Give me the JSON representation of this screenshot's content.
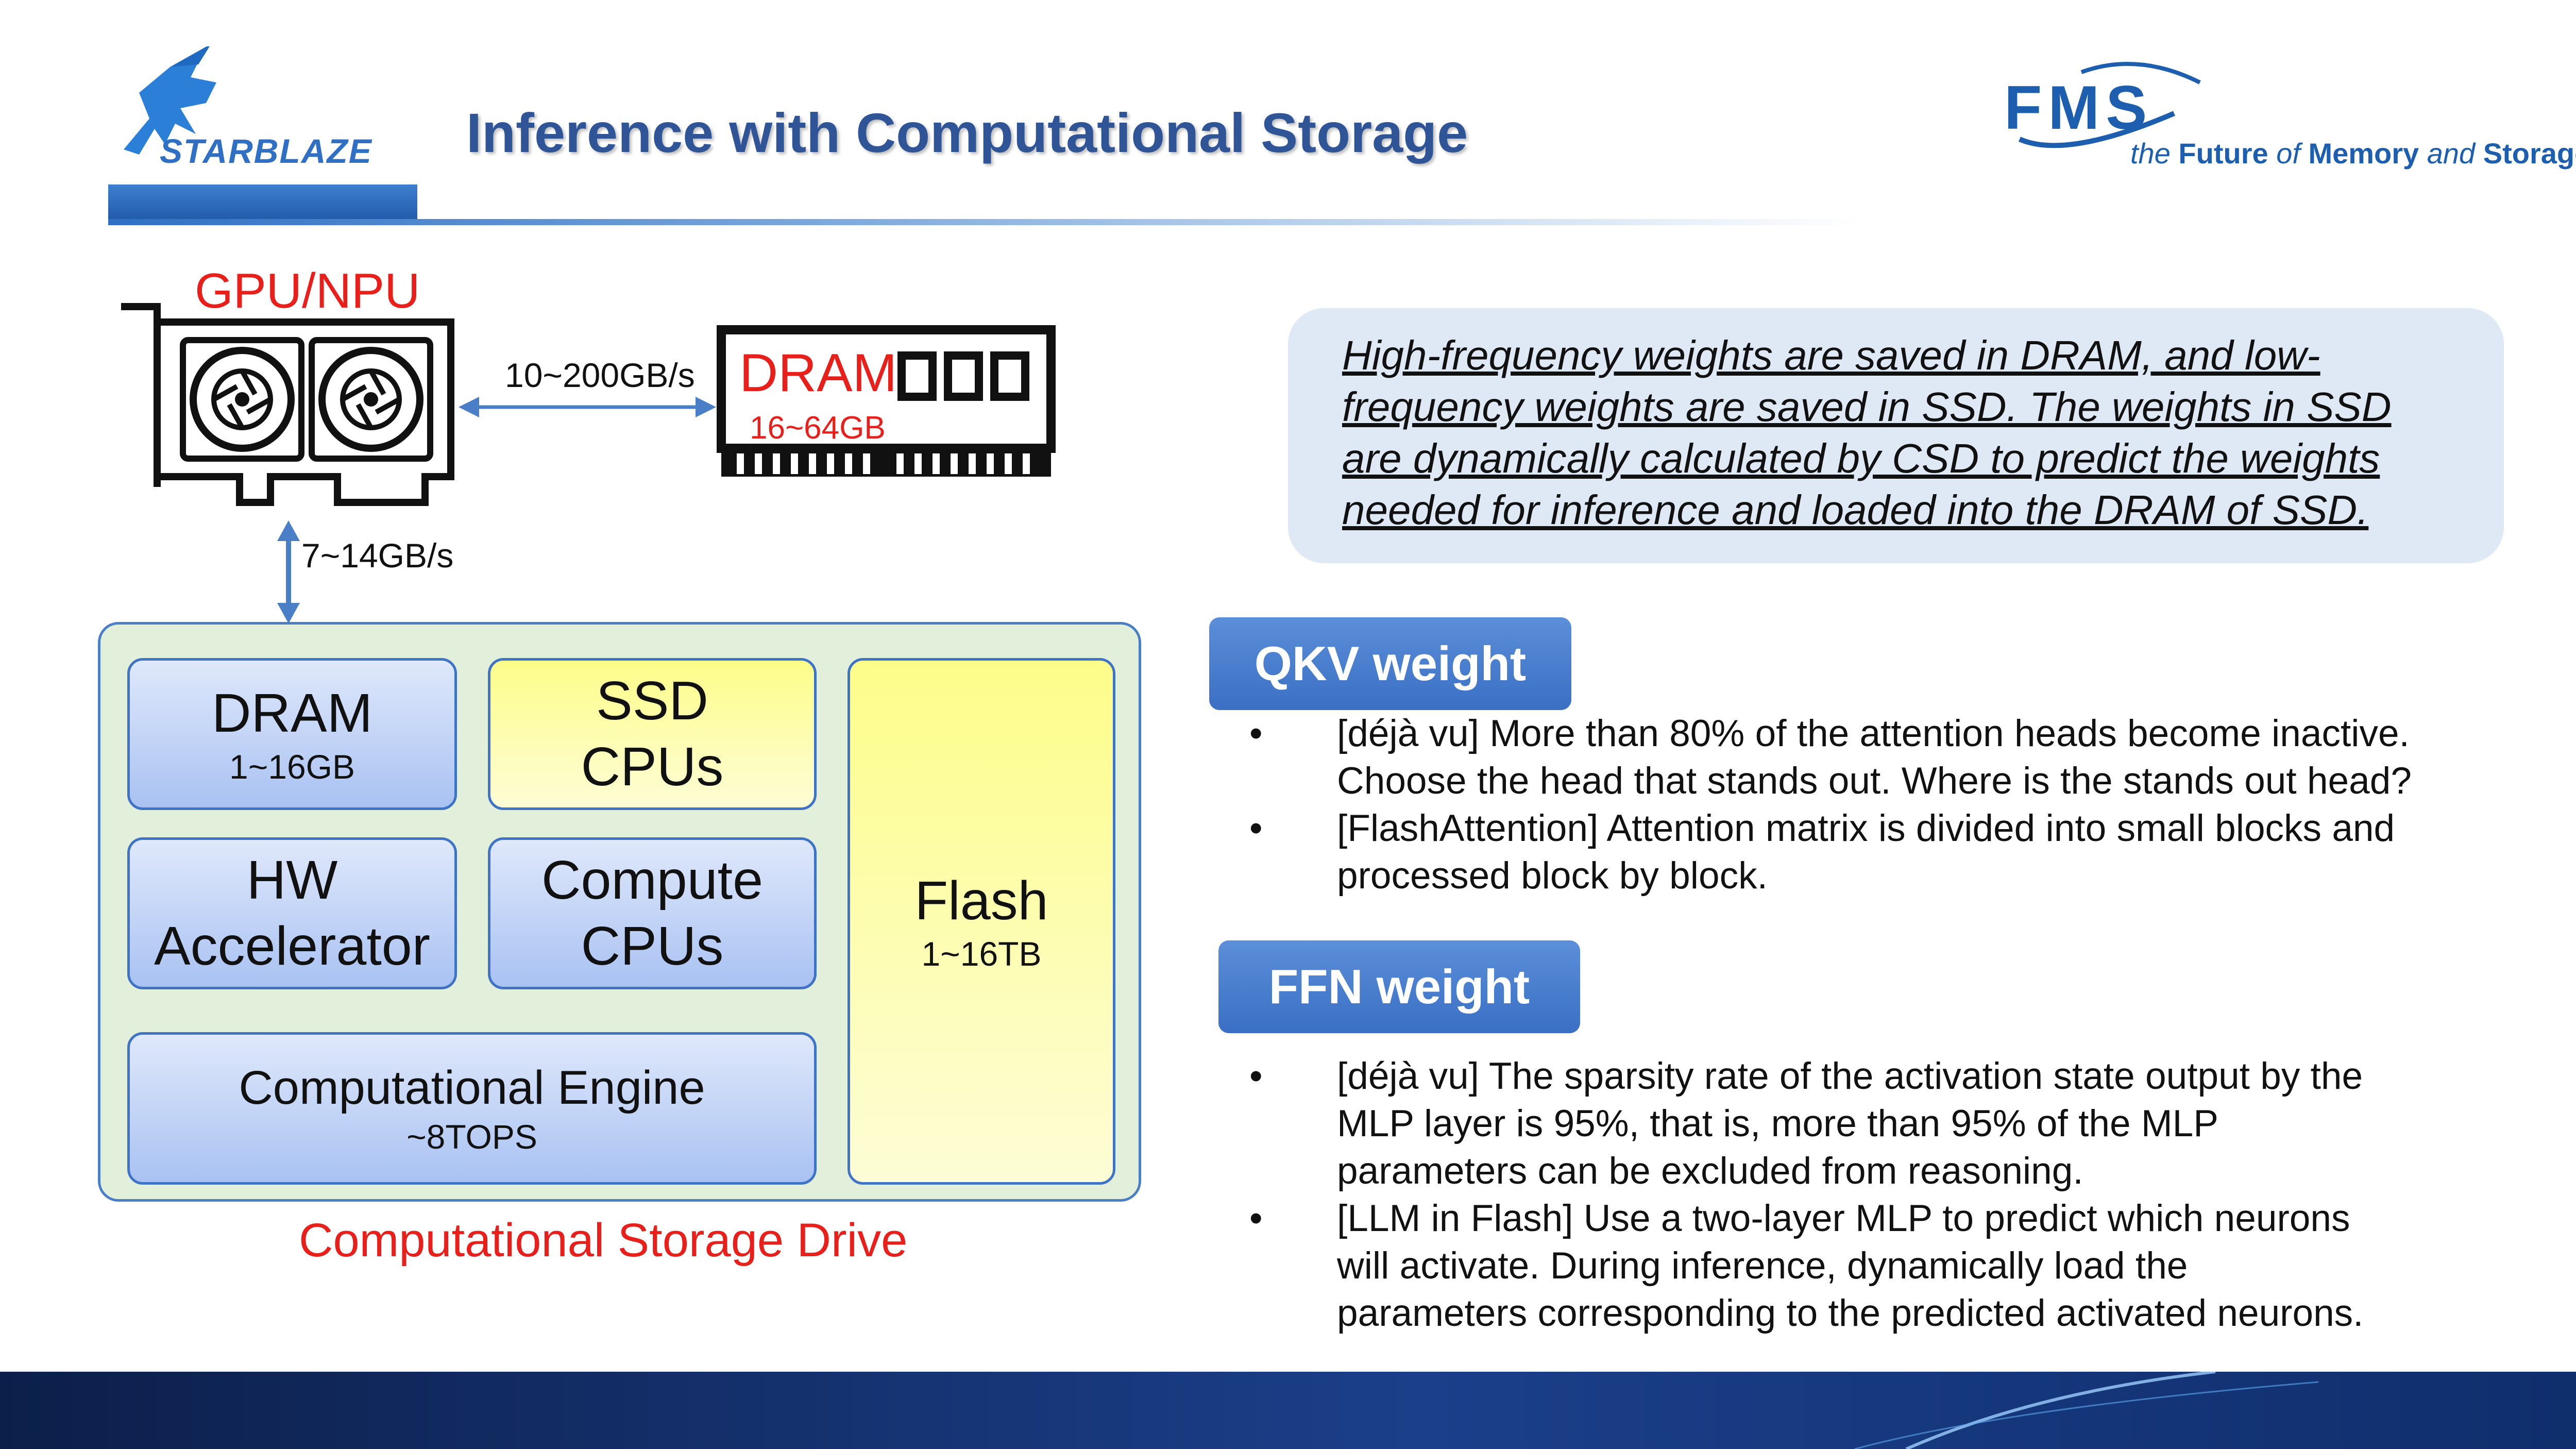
{
  "header": {
    "title": "Inference with Computational Storage",
    "logo_left": "STARBLAZE",
    "logo_right": "FMS",
    "tagline_prefix": "the",
    "tagline_future": "Future",
    "tagline_of": "of",
    "tagline_memory": "Memory",
    "tagline_and": "and",
    "tagline_storage": "Storage"
  },
  "diagram": {
    "gpu_label": "GPU/NPU",
    "dram_bw": "10~200GB/s",
    "dram_label": "DRAM",
    "dram_capacity": "16~64GB",
    "pcie_bw": "7~14GB/s",
    "csd_label": "Computational Storage Drive",
    "boxes": {
      "dram": {
        "title": "DRAM",
        "sub": "1~16GB"
      },
      "ssd_cpus": {
        "line1": "SSD",
        "line2": "CPUs"
      },
      "hw_accel": {
        "line1": "HW",
        "line2": "Accelerator"
      },
      "compute_cpus": {
        "line1": "Compute",
        "line2": "CPUs"
      },
      "flash": {
        "title": "Flash",
        "sub": "1~16TB"
      },
      "engine": {
        "title": "Computational Engine",
        "sub": "~8TOPS"
      }
    }
  },
  "callout": {
    "lines": [
      "High-frequency weights are saved in DRAM, and low-",
      "frequency weights are saved in SSD. The weights in SSD",
      "are dynamically calculated by CSD to predict the weights",
      "needed for inference and loaded into the DRAM of SSD."
    ]
  },
  "qkv": {
    "label": "QKV weight",
    "bullet_char": "•",
    "items": [
      {
        "lines": [
          "[déjà vu] More than 80% of the attention heads become inactive.",
          "Choose the head that stands out. Where is the stands out head?"
        ]
      },
      {
        "lines": [
          "[FlashAttention] Attention matrix is divided into small blocks and",
          "processed block by block."
        ]
      }
    ]
  },
  "ffn": {
    "label": "FFN weight",
    "bullet_char": "•",
    "items": [
      {
        "lines": [
          "[déjà vu] The sparsity rate of the activation state output by the",
          "MLP layer is 95%, that is, more than 95% of the MLP",
          "parameters can be excluded from reasoning."
        ]
      },
      {
        "lines": [
          "[LLM in Flash] Use a two-layer MLP to predict which neurons",
          "will activate. During inference, dynamically load the",
          "parameters corresponding to the predicted activated neurons."
        ]
      }
    ]
  },
  "colors": {
    "title": "#2f5597",
    "accent_red": "#e8201c",
    "pill_blue": "#3a6fc4",
    "csd_bg": "#e2efda"
  }
}
